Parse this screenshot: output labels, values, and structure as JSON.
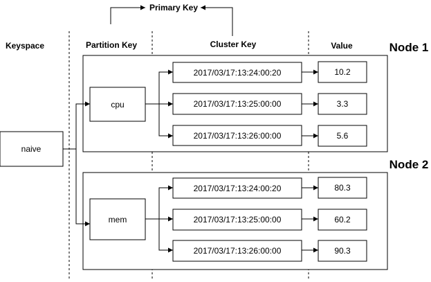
{
  "headers": {
    "primary_key": "Primary Key",
    "keyspace": "Keyspace",
    "partition_key": "Partition Key",
    "cluster_key": "Cluster Key",
    "value": "Value"
  },
  "keyspace": {
    "label": "naive"
  },
  "nodes": [
    {
      "title": "Node 1",
      "partition": "cpu",
      "rows": [
        {
          "cluster": "2017/03/17:13:24:00:20",
          "value": "10.2"
        },
        {
          "cluster": "2017/03/17:13:25:00:00",
          "value": "3.3"
        },
        {
          "cluster": "2017/03/17:13:26:00:00",
          "value": "5.6"
        }
      ]
    },
    {
      "title": "Node 2",
      "partition": "mem",
      "rows": [
        {
          "cluster": "2017/03/17:13:24:00:20",
          "value": "80.3"
        },
        {
          "cluster": "2017/03/17:13:25:00:00",
          "value": "60.2"
        },
        {
          "cluster": "2017/03/17:13:26:00:00",
          "value": "90.3"
        }
      ]
    }
  ]
}
